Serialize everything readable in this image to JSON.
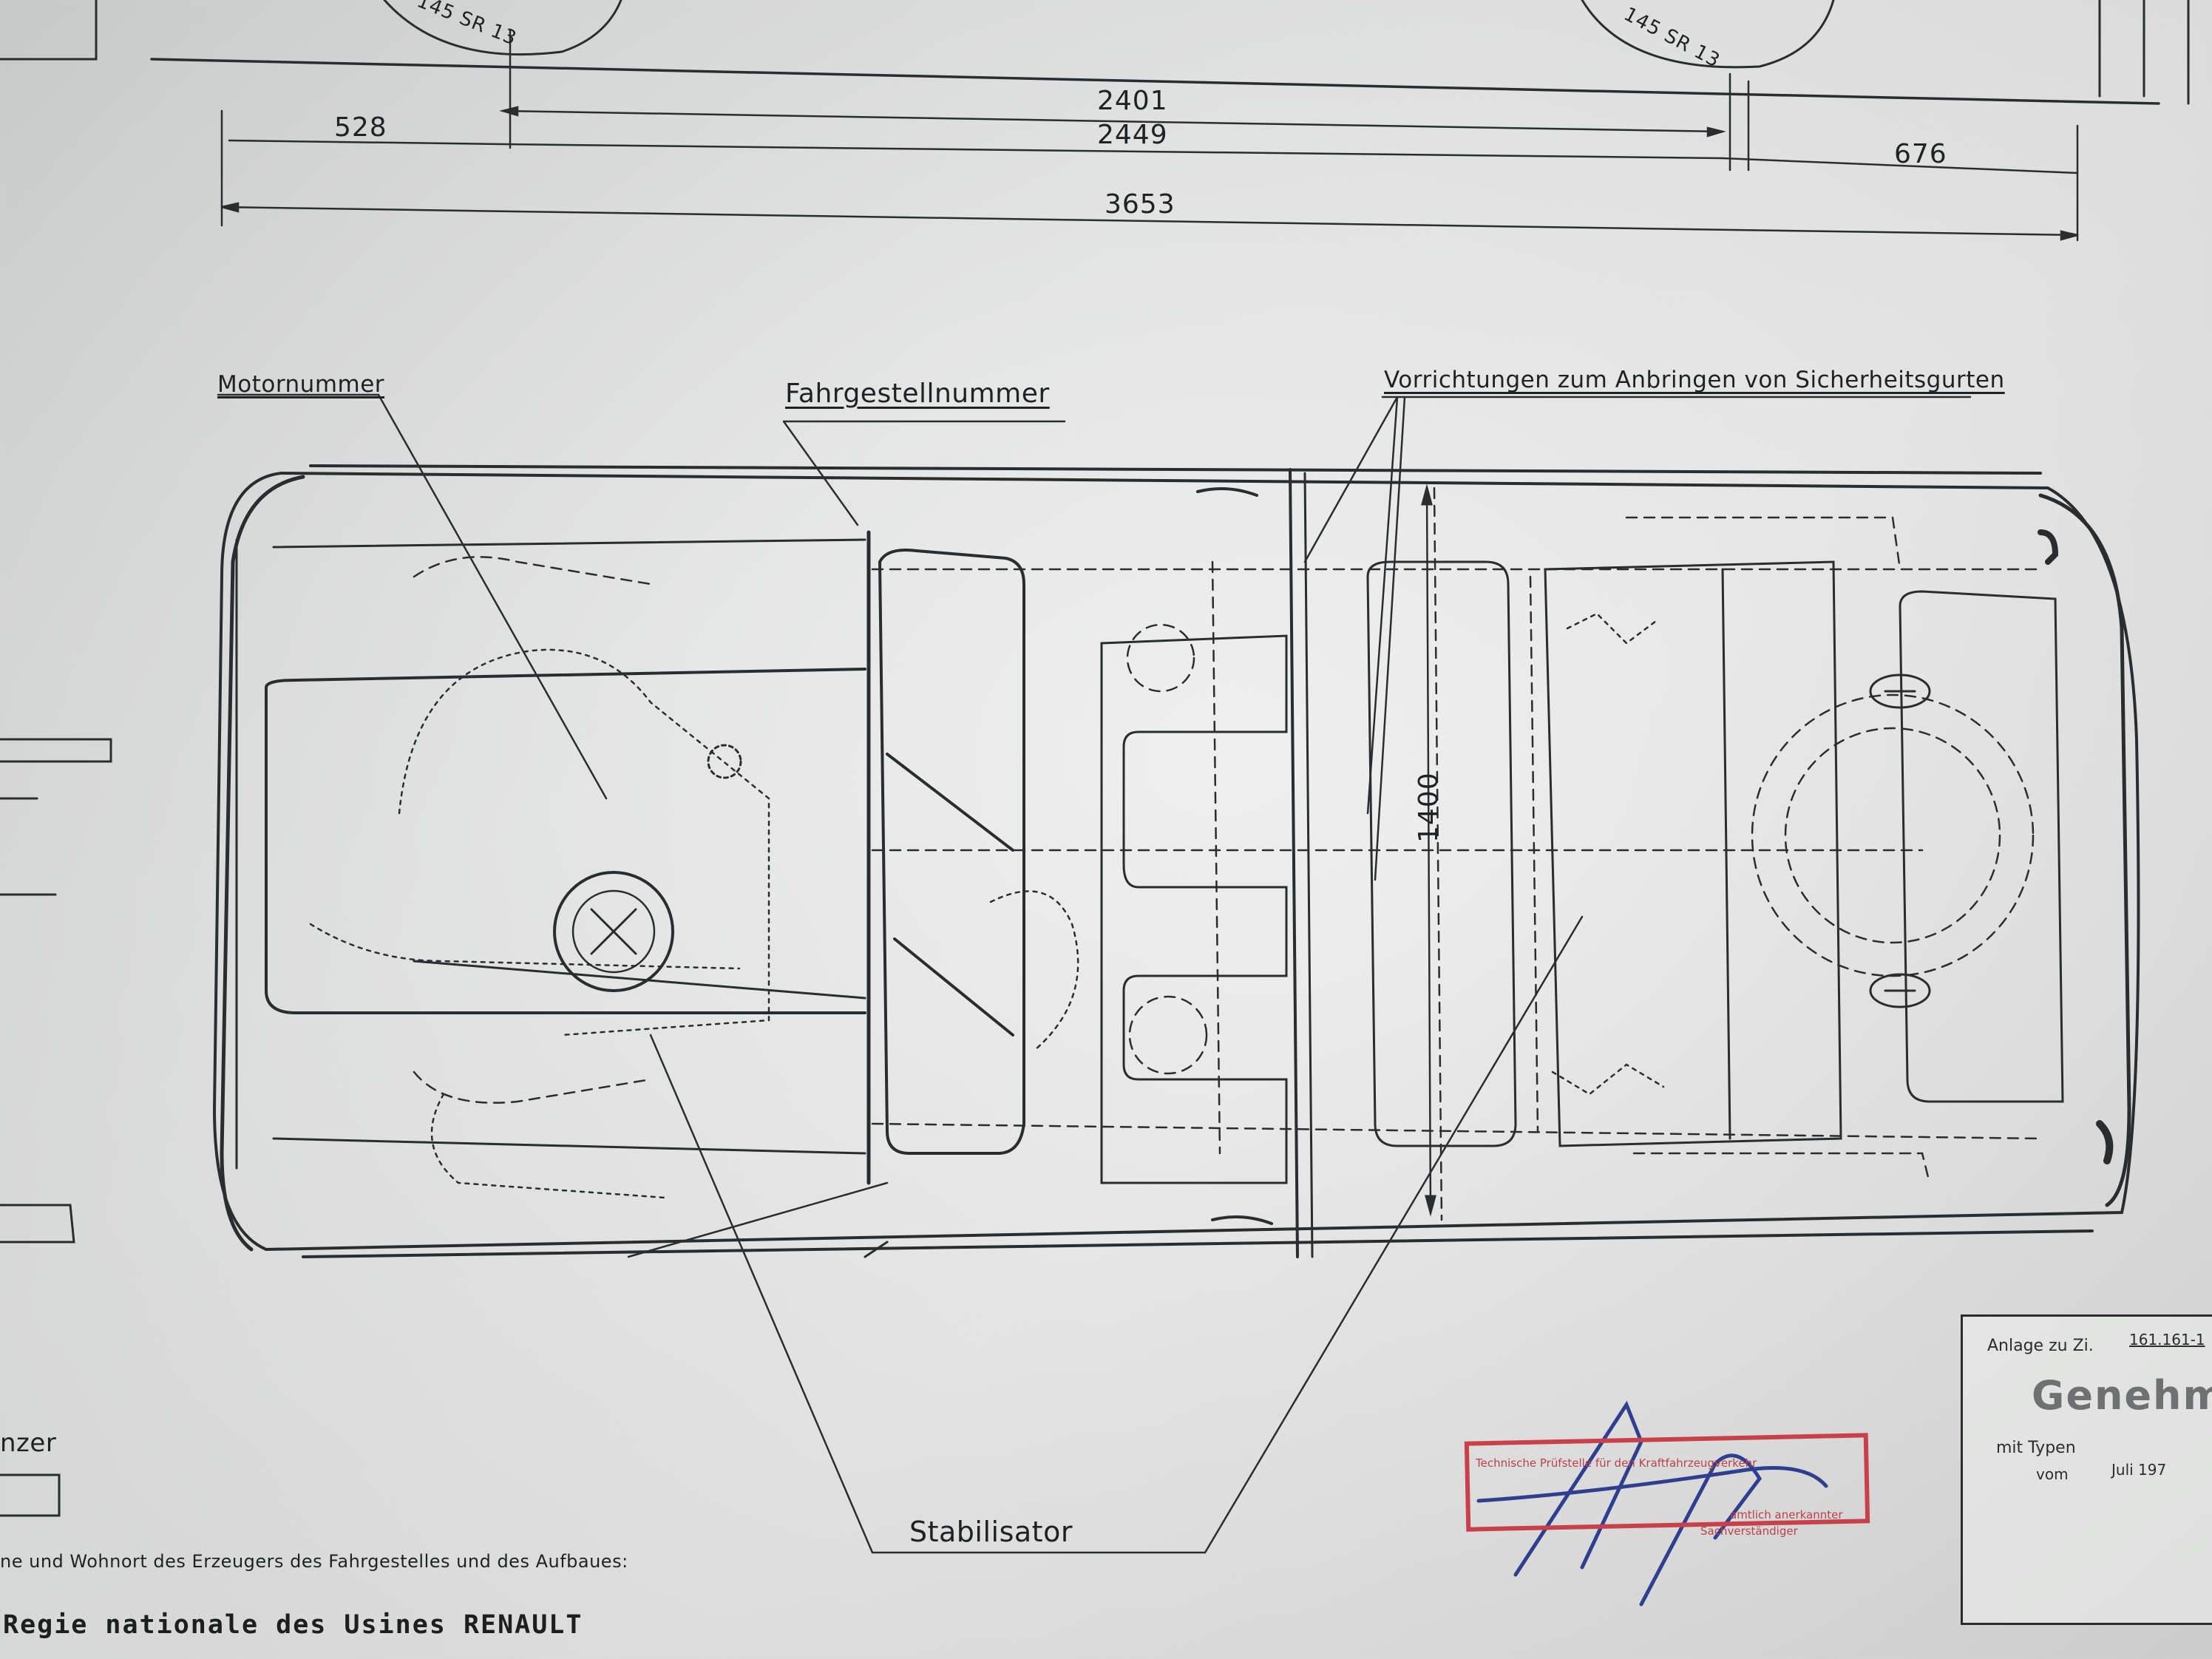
{
  "dimensions": {
    "wheelbase_a": "2401",
    "wheelbase_b": "2449",
    "front_overhang": "528",
    "rear_overhang": "676",
    "total_length": "3653",
    "width": "1400"
  },
  "tire_size": "145 SR 13",
  "labels": {
    "engine_number": "Motornummer",
    "chassis_number": "Fahrgestellnummer",
    "seatbelt_mounts": "Vorrichtungen zum Anbringen von Sicherheitsgurten",
    "stabilizer": "Stabilisator",
    "fragment_left": "nzer"
  },
  "manufacturer": {
    "caption": "ne und Wohnort des Erzeugers des Fahrgestelles und des Aufbaues:",
    "name": "Regie nationale des Usines RENAULT"
  },
  "stamp": {
    "line1": "Technische Prüfstelle für den Kraftfahrzeugverkehr",
    "line2": "Sachverständiger",
    "line3": "amtlich anerkannter"
  },
  "certificate": {
    "annex": "Anlage zu Zi.",
    "annex_number": "161.161-1",
    "heading": "Genehm",
    "types_label": "mit Typen",
    "date_label": "vom",
    "date_value": "Juli 197"
  },
  "colors": {
    "ink": "#2a2d30",
    "stamp_red": "#c8414a",
    "signature_blue": "#2f3f8f"
  }
}
